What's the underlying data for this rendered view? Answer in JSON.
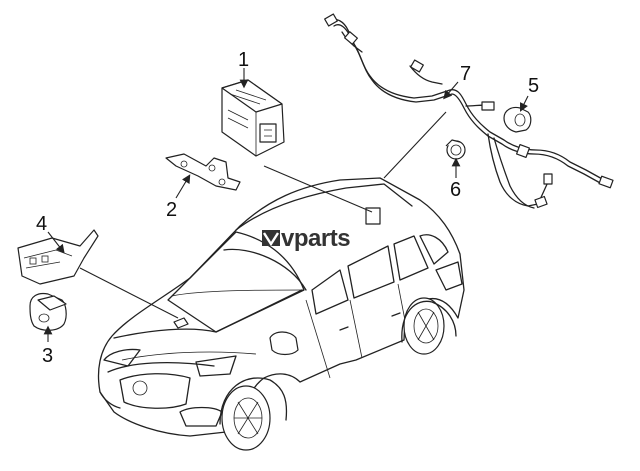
{
  "watermark": {
    "text": "vparts"
  },
  "callouts": [
    {
      "id": "1",
      "text": "1"
    },
    {
      "id": "2",
      "text": "2"
    },
    {
      "id": "3",
      "text": "3"
    },
    {
      "id": "4",
      "text": "4"
    },
    {
      "id": "5",
      "text": "5"
    },
    {
      "id": "6",
      "text": "6"
    },
    {
      "id": "7",
      "text": "7"
    }
  ],
  "icons": {
    "logo_mark": "vparts-logo-icon"
  }
}
